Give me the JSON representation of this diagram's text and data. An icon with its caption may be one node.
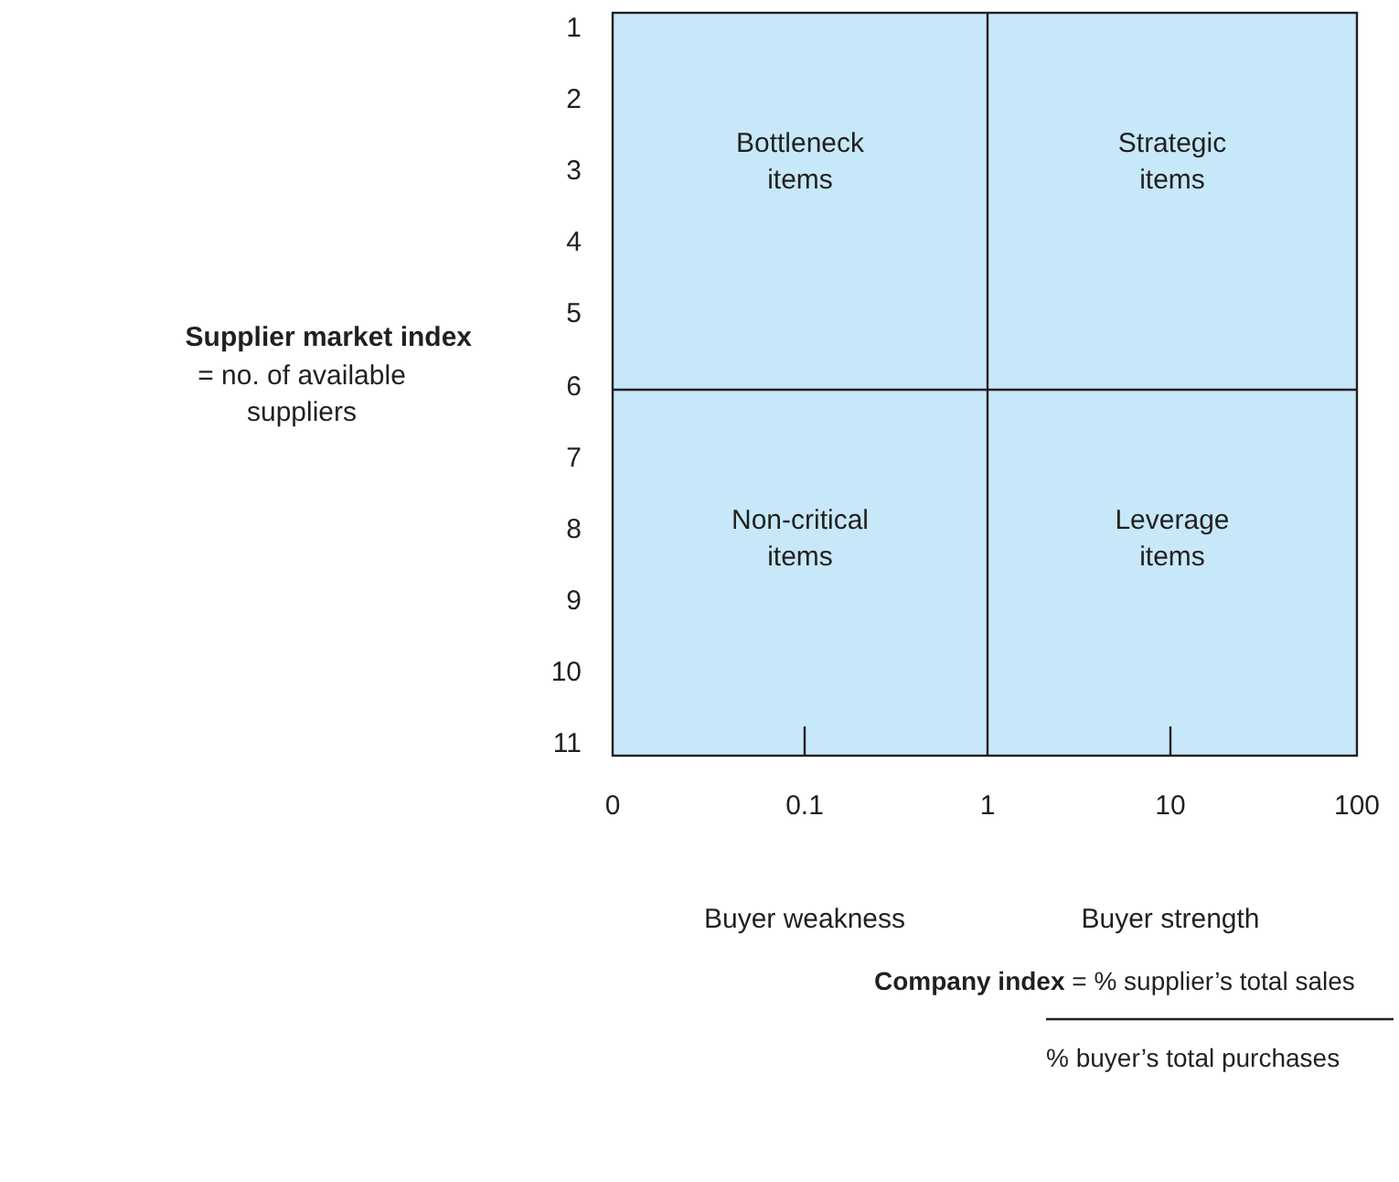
{
  "diagram": {
    "nodes": [
      {
        "text": [
          "Bottleneck items"
        ]
      },
      {
        "text": [
          "Strategic items"
        ]
      },
      {
        "text": [
          "Non-critical items"
        ]
      },
      {
        "text": [
          "Leverage items"
        ]
      }
    ],
    "labels": [
      "1",
      "2",
      "3",
      "4",
      "5",
      "6",
      "7",
      "8",
      "9",
      "10",
      "11",
      "0",
      "0.1",
      "1",
      "10",
      "100",
      "Buyer weakness",
      "Buyer strength",
      "Supplier market index",
      "= no. of available suppliers",
      "**Company index** = % supplier’s total sales",
      "% buyer’s total purchases"
    ]
  }
}
